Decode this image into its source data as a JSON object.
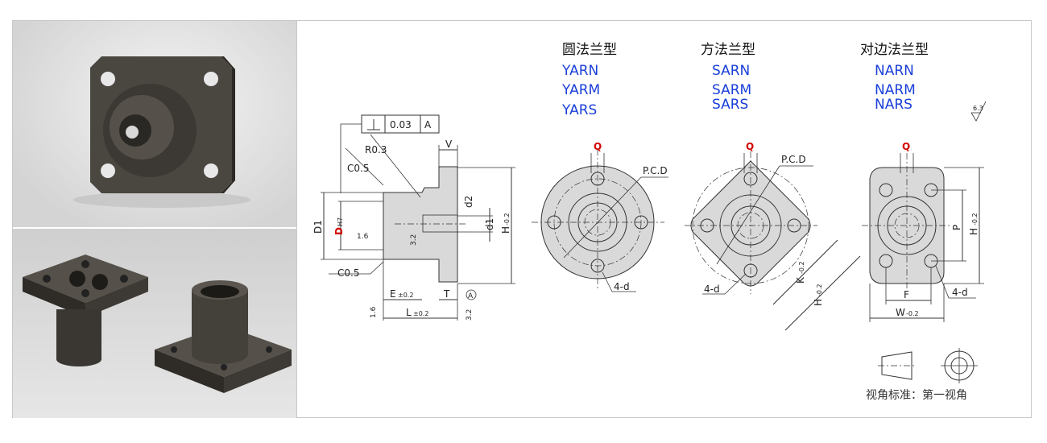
{
  "types": [
    {
      "title": "圆法兰型",
      "codes": [
        "YARN",
        "YARM",
        "YARS"
      ]
    },
    {
      "title": "方法兰型",
      "codes": [
        "SARN",
        "SARM",
        "SARS"
      ]
    },
    {
      "title": "对边法兰型",
      "codes": [
        "NARN",
        "NARM",
        "NARS"
      ]
    }
  ],
  "side_view": {
    "tolerance": "0.03",
    "datum": "A",
    "v": "V",
    "r": "R0.3",
    "c_top": "C0.5",
    "c_bot": "C0.5",
    "d1_outer": "D1",
    "d_bore": "D",
    "d_bore_fit": "H7",
    "rough_bore": "1.6",
    "rough_face": "3.2",
    "d2": "d2",
    "d1": "d1",
    "h": "H",
    "h_tol": "-0.2",
    "e": "E",
    "e_tol": "±0.2",
    "l": "L",
    "l_tol": "±0.2",
    "t": "T",
    "datum_mark": "A",
    "rough_left": "1.6",
    "rough_right": "3.2"
  },
  "round_view": {
    "q": "Q",
    "pcd": "P.C.D",
    "holes": "4-d"
  },
  "square_view": {
    "q": "Q",
    "pcd": "P.C.D",
    "holes": "4-d",
    "k": "K",
    "k_tol": "-0.2",
    "h": "H",
    "h_tol": "-0.2"
  },
  "flat_view": {
    "q": "Q",
    "p": "P",
    "h": "H",
    "h_tol": "-0.2",
    "f": "F",
    "w": "W",
    "w_tol": "-0.2",
    "holes": "4-d"
  },
  "roughness_general": "6.3",
  "projection": {
    "label": "视角标准：第一视角"
  },
  "colors": {
    "code": "#1a3fd8",
    "highlight": "#d10000",
    "part_fill": "#d9d9d9"
  }
}
